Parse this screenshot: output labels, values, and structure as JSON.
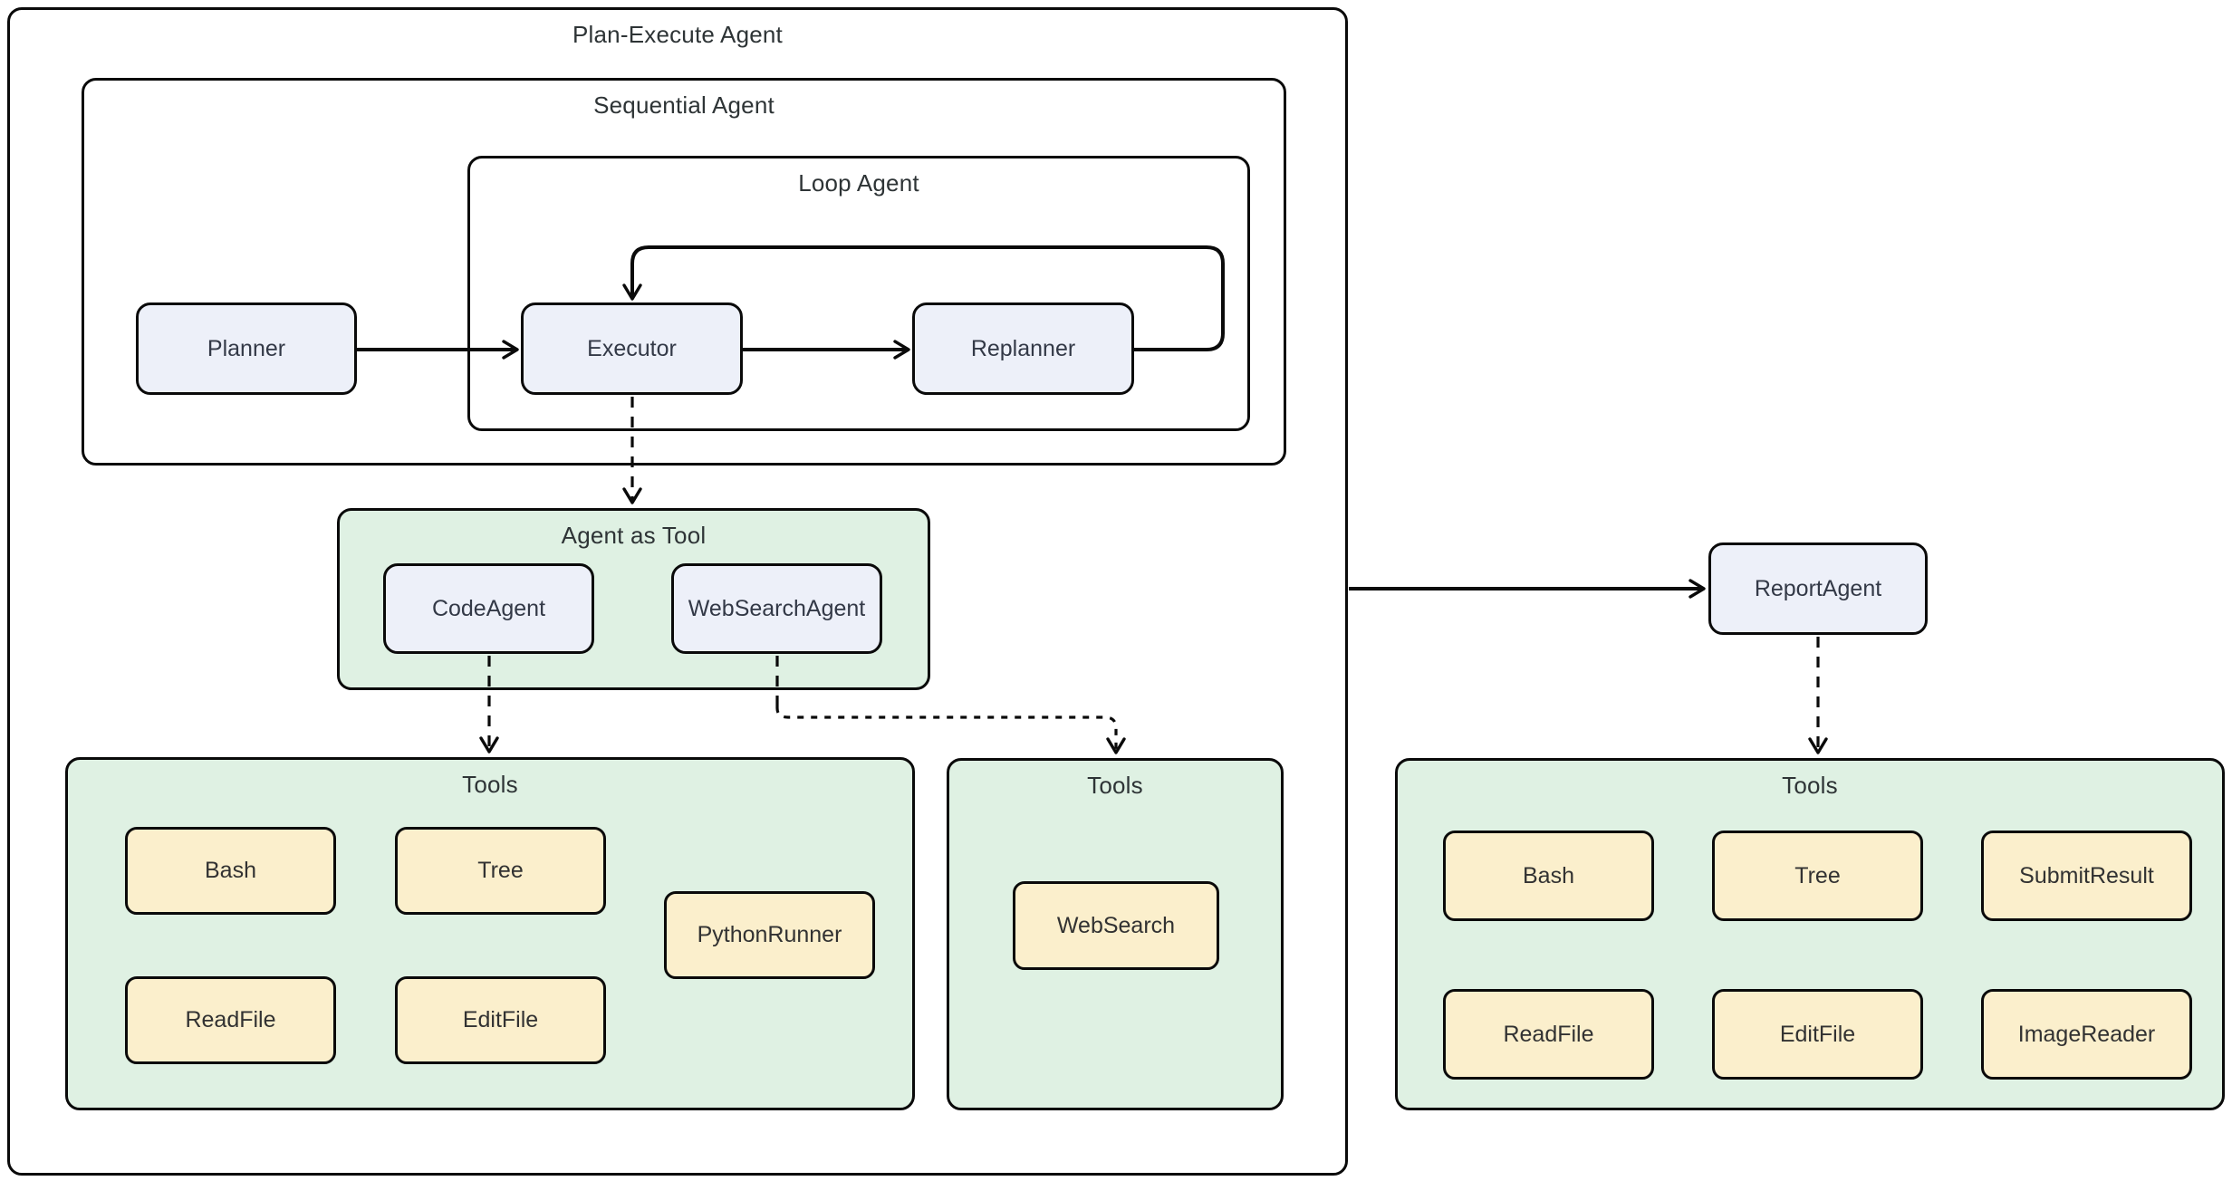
{
  "diagram": {
    "containers": {
      "plan_execute": {
        "title": "Plan-Execute Agent"
      },
      "sequential": {
        "title": "Sequential Agent"
      },
      "loop": {
        "title": "Loop Agent"
      },
      "agent_as_tool": {
        "title": "Agent as Tool"
      },
      "tools_left": {
        "title": "Tools",
        "items": [
          "Bash",
          "Tree",
          "PythonRunner",
          "ReadFile",
          "EditFile"
        ]
      },
      "tools_mid": {
        "title": "Tools",
        "items": [
          "WebSearch"
        ]
      },
      "tools_right": {
        "title": "Tools",
        "items": [
          "Bash",
          "Tree",
          "SubmitResult",
          "ReadFile",
          "EditFile",
          "ImageReader"
        ]
      }
    },
    "nodes": {
      "planner": "Planner",
      "executor": "Executor",
      "replanner": "Replanner",
      "code_agent": "CodeAgent",
      "web_search_agent": "WebSearchAgent",
      "report_agent": "ReportAgent"
    },
    "colors": {
      "container_green": "#dff1e3",
      "node_blue": "#edf0f9",
      "tool_yellow": "#fbefcc",
      "border": "#0a0a0a",
      "text": "#303030"
    }
  }
}
